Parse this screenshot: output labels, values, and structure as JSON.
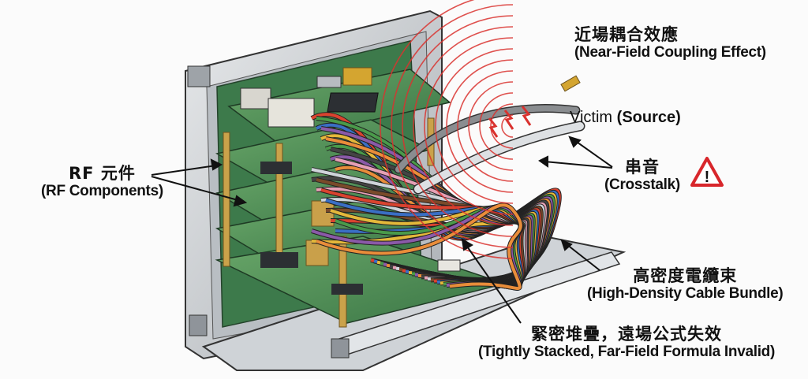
{
  "title": "Near-field coupling and crosstalk in a densely stacked RF enclosure",
  "labels": {
    "near_field": {
      "zh": "近場耦合效應",
      "en": "(Near-Field Coupling Effect)"
    },
    "victim": {
      "plain": "Victim",
      "bold": "(Source)"
    },
    "crosstalk": {
      "zh": "串音",
      "en": "(Crosstalk)"
    },
    "rf_components": {
      "zh": "RF 元件",
      "en": "(RF Components)"
    },
    "cable_bundle": {
      "zh": "高密度電纜束",
      "en": "(High-Density Cable Bundle)"
    },
    "stacked": {
      "zh": "緊密堆疊，遠場公式失效",
      "en": "(Tightly Stacked, Far-Field Formula Invalid)"
    }
  },
  "icons": {
    "warning": "warning-triangle-icon",
    "warning_glyph": "!"
  },
  "colors": {
    "pcb_green": "#3f7f4a",
    "pcb_light": "#5c9a5f",
    "enclosure": "#c9cdd1",
    "field_red": "#d9322f",
    "brass": "#caa24a",
    "warning_red": "#d8262b"
  },
  "cable_colors": [
    "#d9432f",
    "#3a6fc4",
    "#e4b83a",
    "#4a9a4a",
    "#8a5aa8",
    "#e98d3a",
    "#444444",
    "#e5a0b5",
    "#cfd4da",
    "#7a4a2a"
  ]
}
